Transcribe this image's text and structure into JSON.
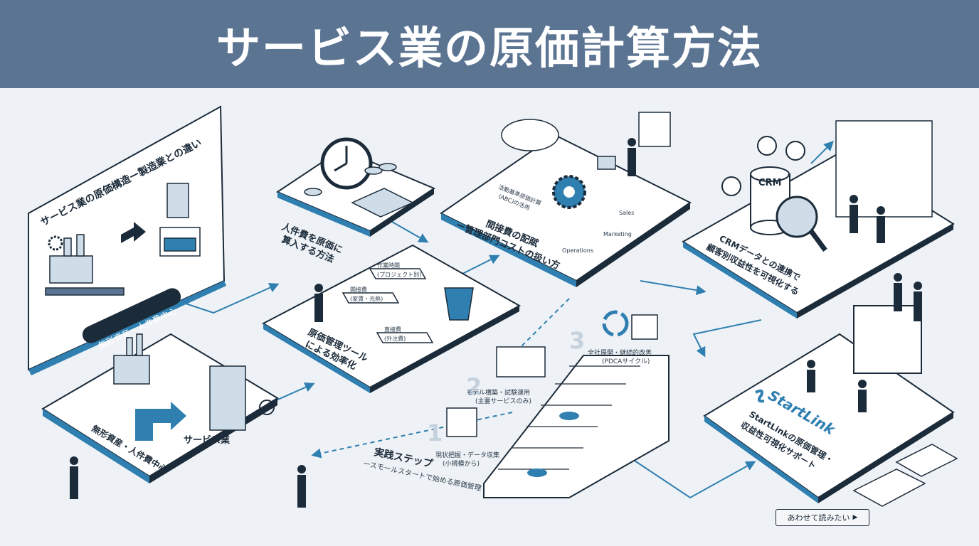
{
  "title": "サービス業の原価計算方法",
  "panels": {
    "structure": {
      "heading": "サービス業の原価構造ー製造業との違い",
      "badge": "無形資産・人件費中心"
    },
    "service": {
      "badge": "無形資産・人件費中心",
      "label": "サービス業"
    },
    "labor": {
      "label_line1": "人件費を原価に",
      "label_line2": "算入する方法"
    },
    "tool": {
      "label_line1": "原価管理ツール",
      "label_line2": "による効率化",
      "box1": "作業時間",
      "box2": "(プロジェクト別)",
      "box3": "間接費",
      "box4": "(家賃・光熱)",
      "box5": "直接費",
      "box6": "(外注費)"
    },
    "indirect": {
      "label_line1": "間接費の配賦",
      "label_line2": "ー管理部門コストの扱い方",
      "note1": "活動基準原価計算",
      "note2": "(ABC)の活用",
      "sales": "Sales",
      "marketing": "Marketing",
      "operations": "Operations"
    },
    "crm": {
      "icon_text": "CRM",
      "label_line1": "CRMデータとの連携で",
      "label_line2": "顧客別収益性を可視化する"
    },
    "steps": {
      "title": "実践ステップ",
      "subtitle": "ースモールスタートで始める原価管理",
      "step1_num": "1",
      "step1_line1": "現状把握・データ収集",
      "step1_line2": "(小規模から)",
      "step2_num": "2",
      "step2_line1": "モデル構築・試験運用",
      "step2_line2": "(主要サービスのみ)",
      "step3_num": "3",
      "step3_line1": "全社展開・継続的改善",
      "step3_line2": "(PDCAサイクル)"
    },
    "startlink": {
      "logo": "StartLink",
      "label_line1": "StartLinkの原価管理・",
      "label_line2": "収益性可視化サポート"
    }
  },
  "more_button": "あわせて読みたい",
  "colors": {
    "header": "#5b7492",
    "accent": "#2f7fb0",
    "dark": "#1c2b3a",
    "bg": "#eef2f6"
  }
}
